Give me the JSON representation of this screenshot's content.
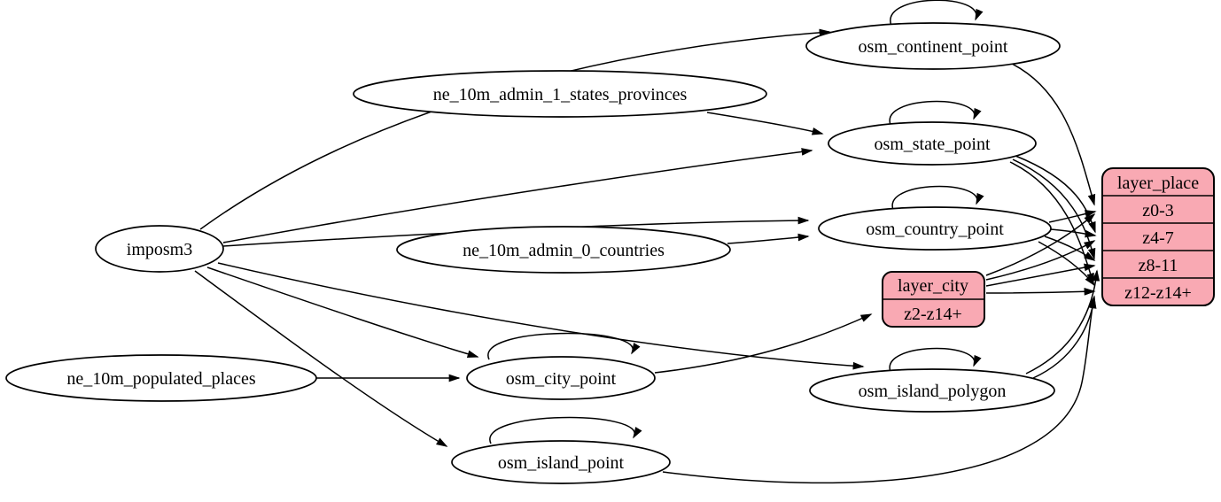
{
  "diagram": {
    "kind": "etl-graph",
    "background_color": "#ffffff",
    "table_node_fill": "#ffffff",
    "record_node_fill": "#f9a9b3",
    "stroke_color": "#000000"
  },
  "nodes": {
    "imposm3": {
      "label": "imposm3",
      "shape": "ellipse"
    },
    "ne_10m_admin_1_states_provinces": {
      "label": "ne_10m_admin_1_states_provinces",
      "shape": "ellipse"
    },
    "ne_10m_admin_0_countries": {
      "label": "ne_10m_admin_0_countries",
      "shape": "ellipse"
    },
    "ne_10m_populated_places": {
      "label": "ne_10m_populated_places",
      "shape": "ellipse"
    },
    "osm_continent_point": {
      "label": "osm_continent_point",
      "shape": "ellipse"
    },
    "osm_state_point": {
      "label": "osm_state_point",
      "shape": "ellipse"
    },
    "osm_country_point": {
      "label": "osm_country_point",
      "shape": "ellipse"
    },
    "osm_city_point": {
      "label": "osm_city_point",
      "shape": "ellipse"
    },
    "osm_island_polygon": {
      "label": "osm_island_polygon",
      "shape": "ellipse"
    },
    "osm_island_point": {
      "label": "osm_island_point",
      "shape": "ellipse"
    },
    "layer_city": {
      "title": "layer_city",
      "rows": [
        "z2-z14+"
      ],
      "shape": "record",
      "fill": "#f9a9b3"
    },
    "layer_place": {
      "title": "layer_place",
      "rows": [
        "z0-3",
        "z4-7",
        "z8-11",
        "z12-z14+"
      ],
      "shape": "record",
      "fill": "#f9a9b3"
    }
  },
  "edges": [
    {
      "from": "imposm3",
      "to": "osm_continent_point"
    },
    {
      "from": "imposm3",
      "to": "osm_state_point"
    },
    {
      "from": "imposm3",
      "to": "osm_country_point"
    },
    {
      "from": "imposm3",
      "to": "osm_city_point"
    },
    {
      "from": "imposm3",
      "to": "osm_island_polygon"
    },
    {
      "from": "imposm3",
      "to": "osm_island_point"
    },
    {
      "from": "ne_10m_admin_1_states_provinces",
      "to": "osm_state_point"
    },
    {
      "from": "ne_10m_admin_0_countries",
      "to": "osm_country_point"
    },
    {
      "from": "ne_10m_populated_places",
      "to": "osm_city_point"
    },
    {
      "from": "osm_continent_point",
      "to": "osm_continent_point"
    },
    {
      "from": "osm_state_point",
      "to": "osm_state_point"
    },
    {
      "from": "osm_country_point",
      "to": "osm_country_point"
    },
    {
      "from": "osm_city_point",
      "to": "osm_city_point"
    },
    {
      "from": "osm_island_polygon",
      "to": "osm_island_polygon"
    },
    {
      "from": "osm_island_point",
      "to": "osm_island_point"
    },
    {
      "from": "osm_city_point",
      "to": "layer_city",
      "port": "z2-z14+"
    },
    {
      "from": "osm_continent_point",
      "to": "layer_place",
      "port": "z0-3"
    },
    {
      "from": "osm_country_point",
      "to": "layer_place",
      "port": "z0-3"
    },
    {
      "from": "osm_country_point",
      "to": "layer_place",
      "port": "z4-7"
    },
    {
      "from": "osm_country_point",
      "to": "layer_place",
      "port": "z8-11"
    },
    {
      "from": "osm_country_point",
      "to": "layer_place",
      "port": "z12-z14+"
    },
    {
      "from": "osm_state_point",
      "to": "layer_place",
      "port": "z4-7"
    },
    {
      "from": "osm_state_point",
      "to": "layer_place",
      "port": "z8-11"
    },
    {
      "from": "osm_state_point",
      "to": "layer_place",
      "port": "z12-z14+"
    },
    {
      "from": "osm_island_polygon",
      "to": "layer_place",
      "port": "z8-11"
    },
    {
      "from": "osm_island_polygon",
      "to": "layer_place",
      "port": "z12-z14+"
    },
    {
      "from": "osm_island_point",
      "to": "layer_place",
      "port": "z12-z14+"
    },
    {
      "from": "layer_city",
      "to": "layer_place",
      "port": "z0-3"
    },
    {
      "from": "layer_city",
      "to": "layer_place",
      "port": "z4-7"
    },
    {
      "from": "layer_city",
      "to": "layer_place",
      "port": "z8-11"
    },
    {
      "from": "layer_city",
      "to": "layer_place",
      "port": "z12-z14+"
    }
  ]
}
